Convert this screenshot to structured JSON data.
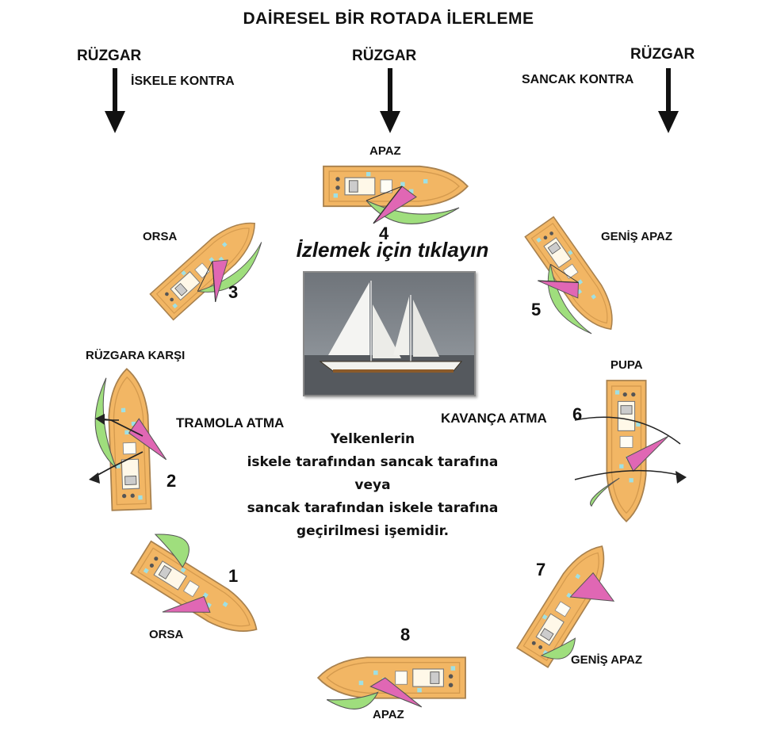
{
  "title": "DAİRESEL BİR ROTADA İLERLEME",
  "wind": {
    "left": "RÜZGAR",
    "center": "RÜZGAR",
    "right": "RÜZGAR"
  },
  "tack_labels": {
    "port": "İSKELE KONTRA",
    "starboard": "SANCAK KONTRA"
  },
  "points_of_sail": [
    {
      "number": "1",
      "label": "ORSA"
    },
    {
      "number": "2",
      "label": "RÜZGARA KARŞI"
    },
    {
      "number": "3",
      "label": "ORSA"
    },
    {
      "number": "4",
      "label": "APAZ"
    },
    {
      "number": "5",
      "label": "GENİŞ APAZ"
    },
    {
      "number": "6",
      "label": "PUPA"
    },
    {
      "number": "7",
      "label": "GENİŞ APAZ"
    },
    {
      "number": "8",
      "label": "APAZ"
    }
  ],
  "maneuvers": {
    "tack": "TRAMOLA ATMA",
    "gybe": "KAVANÇA ATMA"
  },
  "center": {
    "call_to_action": "İzlemek için tıklayın"
  },
  "explanation": [
    "Yelkenlerin",
    "iskele tarafından sancak tarafına",
    "veya",
    "sancak tarafından iskele tarafına",
    "geçirilmesi işemidir."
  ],
  "colors": {
    "hull": "#f2b664",
    "deck_trim": "#a8814e",
    "jib": "#e067b4",
    "mainsail": "#9fde7d",
    "sheet_line": "#3a3a3a",
    "accent_hatch": "#9fe0e4"
  }
}
